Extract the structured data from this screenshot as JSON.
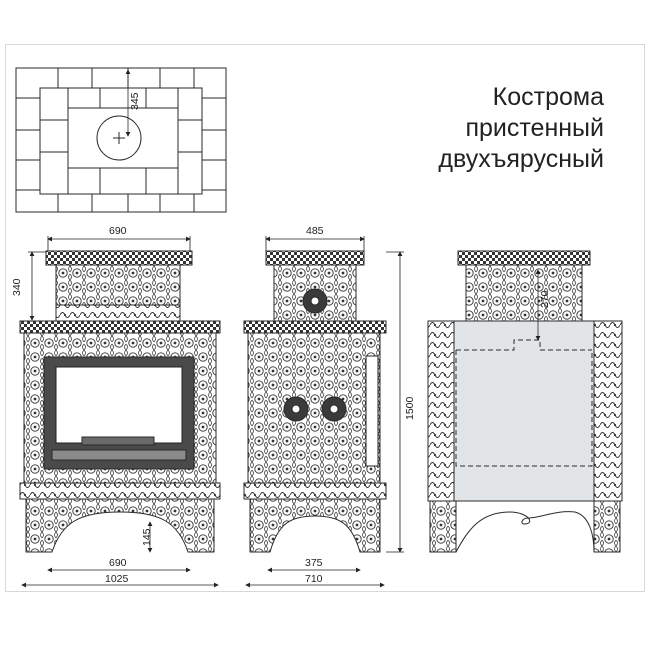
{
  "title": {
    "line1": "Кострома",
    "line2": "пристенный",
    "line3": "двухъярусный"
  },
  "dimensions": {
    "top_view_depth": "345",
    "top_width_front": "690",
    "top_width_side": "485",
    "upper_tier_height": "340",
    "total_height": "1500",
    "inner_height_back": "270",
    "leg_height": "145",
    "base_width_front": "690",
    "total_width_front": "1025",
    "base_width_side": "375",
    "total_width_side": "710"
  },
  "colors": {
    "line": "#2a2a2a",
    "panel": "#e2e5e8",
    "tile_fill": "#ffffff",
    "dark": "#3a3a3a"
  }
}
